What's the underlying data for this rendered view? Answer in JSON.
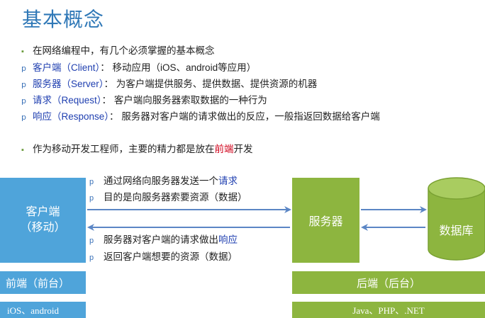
{
  "title": "基本概念",
  "bullets": {
    "intro": "在网络编程中，有几个必须掌握的基本概念",
    "client": {
      "term": "客户端（Client）",
      "sep": "：",
      "desc": "移动应用（iOS、android等应用）"
    },
    "server": {
      "term": "服务器（Server）",
      "sep": "：",
      "desc": "为客户端提供服务、提供数据、提供资源的机器"
    },
    "request": {
      "term": "请求（Request）",
      "sep": "：",
      "desc": "客户端向服务器索取数据的一种行为"
    },
    "response": {
      "term": "响应（Response）",
      "sep": "：",
      "desc": "服务器对客户端的请求做出的反应，一般指返回数据给客户端"
    },
    "dev_before": "作为移动开发工程师，主要的精力都是放在",
    "dev_highlight": "前端",
    "dev_after": "开发"
  },
  "markers": {
    "square": "▪",
    "p": "p"
  },
  "diagram": {
    "client_line1": "客户端",
    "client_line2": "（移动）",
    "server": "服务器",
    "database": "数据库",
    "ann1_before": "通过网络向服务器发送一个",
    "ann1_term": "请求",
    "ann2": "目的是向服务器索要资源（数据）",
    "ann3_before": "服务器对客户端的请求做出",
    "ann3_term": "响应",
    "ann4": "返回客户端想要的资源（数据）",
    "front": "前端（前台）",
    "front_tech": "iOS、android",
    "back": "后端（后台）",
    "back_tech": "Java、PHP、.NET"
  },
  "colors": {
    "title": "#2f78b7",
    "client": "#4fa4da",
    "server": "#8db53f",
    "term": "#1f3fb0",
    "highlight": "#d0021b",
    "arrow": "#5b86c5"
  }
}
